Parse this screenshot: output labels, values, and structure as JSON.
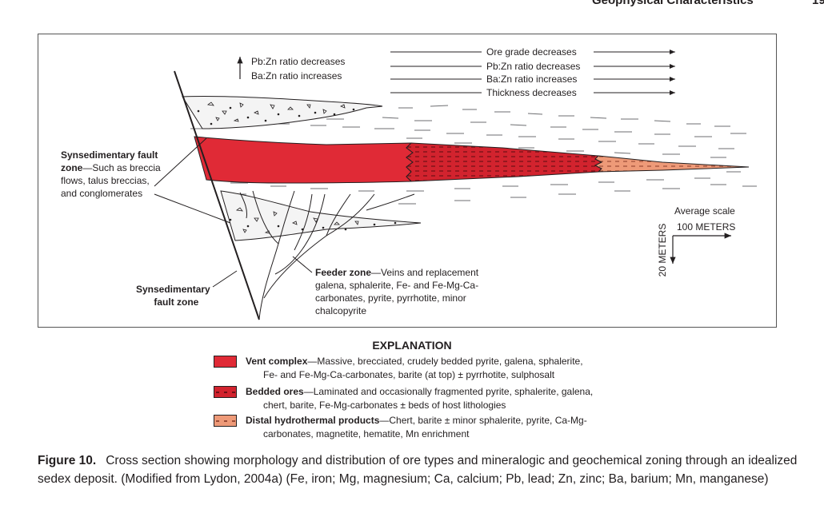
{
  "header": {
    "running_head": "Geophysical Characteristics",
    "page_number": "19"
  },
  "diagram": {
    "left_arrow_labels": [
      "Pb:Zn ratio decreases",
      "Ba:Zn ratio increases"
    ],
    "top_arrow_labels": [
      "Ore grade decreases",
      "Pb:Zn ratio decreases",
      "Ba:Zn ratio increases",
      "Thickness decreases"
    ],
    "synsed_upper": {
      "title": "Synsedimentary fault",
      "lines": [
        "zone",
        "—Such as breccia",
        "flows, talus breccias,",
        "and conglomerates"
      ]
    },
    "synsed_lower": [
      "Synsedimentary",
      "fault zone"
    ],
    "feeder": {
      "title": "Feeder zone",
      "lines": [
        "—Veins and replacement",
        "galena, sphalerite, Fe- and Fe-Mg-Ca-",
        "carbonates, pyrite, pyrrhotite, minor",
        "chalcopyrite"
      ]
    },
    "scale": {
      "title": "Average scale",
      "horizontal": "100 METERS",
      "vertical": "20 METERS"
    }
  },
  "explanation": {
    "title": "EXPLANATION",
    "items": [
      {
        "name": "Vent complex",
        "line1": "—Massive, brecciated, crudely bedded pyrite, galena, sphalerite,",
        "line2": "Fe- and Fe-Mg-Ca-carbonates, barite (at top) ± pyrrhotite, sulphosalt",
        "color": "#e02a36"
      },
      {
        "name": "Bedded ores",
        "line1": "—Laminated and occasionally fragmented pyrite, sphalerite, galena,",
        "line2": "chert, barite, Fe-Mg-carbonates ± beds of host lithologies",
        "color": "#d2232e"
      },
      {
        "name": "Distal hydrothermal products",
        "line1": "—Chert, barite ± minor sphalerite, pyrite, Ca-Mg-",
        "line2": "carbonates, magnetite, hematite, Mn enrichment",
        "color": "#ee9a78"
      }
    ]
  },
  "caption": {
    "figure": "Figure 10.",
    "text": "Cross section showing morphology and distribution of ore types and mineralogic and geochemical zoning through an idealized sedex deposit. (Modified from Lydon, 2004a) (Fe, iron; Mg, magnesium; Ca, calcium; Pb, lead; Zn, zinc; Ba, barium; Mn, manganese)"
  }
}
